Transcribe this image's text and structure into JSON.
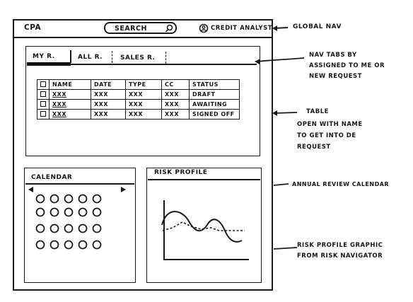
{
  "app": {
    "title": "CPA",
    "role_label": "CREDIT ANALYST"
  },
  "search": {
    "label": "SEARCH"
  },
  "tabs": [
    {
      "label": "MY R.",
      "active": true
    },
    {
      "label": "ALL R."
    },
    {
      "label": "SALES R."
    }
  ],
  "table": {
    "columns": [
      "NAME",
      "DATE",
      "TYPE",
      "CC",
      "STATUS"
    ],
    "rows": [
      [
        "xxx",
        "xxx",
        "xxx",
        "xxx",
        "DRAFT"
      ],
      [
        "xxx",
        "xxx",
        "xxx",
        "xxx",
        "AWAITING"
      ],
      [
        "xxx",
        "xxx",
        "xxx",
        "xxx",
        "SIGNED OFF"
      ]
    ]
  },
  "calendar": {
    "title": "CALENDAR",
    "prev_icon": "triangle-left-icon",
    "next_icon": "triangle-right-icon"
  },
  "risk": {
    "title": "RISK PROFILE"
  },
  "annotations": {
    "global_nav": "GLOBAL NAV",
    "nav_tabs_1": "NAV TABS BY",
    "nav_tabs_2": "ASSIGNED TO ME OR",
    "nav_tabs_3": "NEW REQUEST",
    "table_1": "TABLE",
    "table_2": "OPEN WITH NAME",
    "table_3": "TO GET INTO DE",
    "table_4": "REQUEST",
    "calendar": "ANNUAL REVIEW CALENDAR",
    "risk_1": "RISK PROFILE GRAPHIC",
    "risk_2": "FROM RISK NAVIGATOR"
  },
  "colors": {
    "ink": "#1b1b1b",
    "paper": "#ffffff"
  }
}
